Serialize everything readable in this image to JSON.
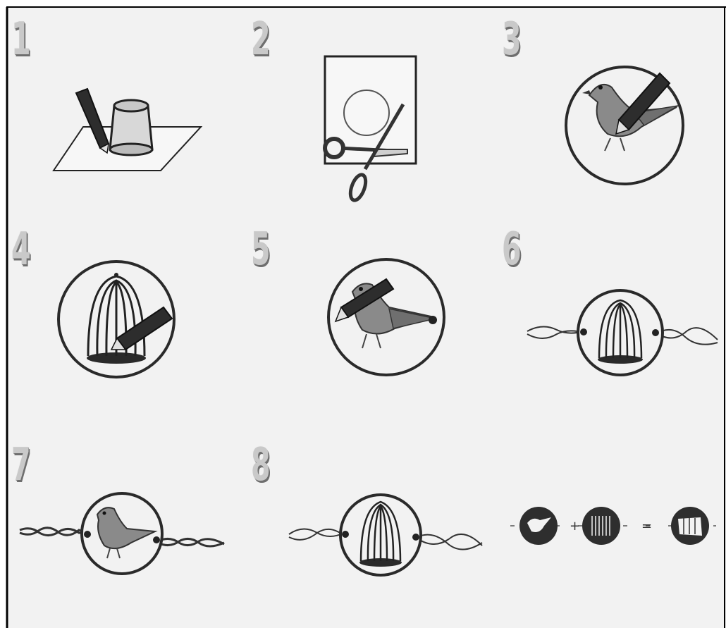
{
  "steps": [
    {
      "number": "1",
      "icon": "trace-cup-circle-icon"
    },
    {
      "number": "2",
      "icon": "cut-circle-scissors-icon"
    },
    {
      "number": "3",
      "icon": "color-bird-icon"
    },
    {
      "number": "4",
      "icon": "color-cage-icon"
    },
    {
      "number": "5",
      "icon": "color-bird-disc-icon"
    },
    {
      "number": "6",
      "icon": "cage-disc-string-icon"
    },
    {
      "number": "7",
      "icon": "bird-disc-string-icon"
    },
    {
      "number": "8",
      "icon": "spin-cage-disc-icon"
    }
  ],
  "result": {
    "plus": "+",
    "equals": "=",
    "icons": [
      "bird-silhouette-icon",
      "cage-silhouette-icon",
      "bird-in-cage-icon"
    ]
  },
  "colors": {
    "panel": "#f2f2f2",
    "border": "#000000",
    "dark": "#333333",
    "ink": "#1a1a1a"
  }
}
